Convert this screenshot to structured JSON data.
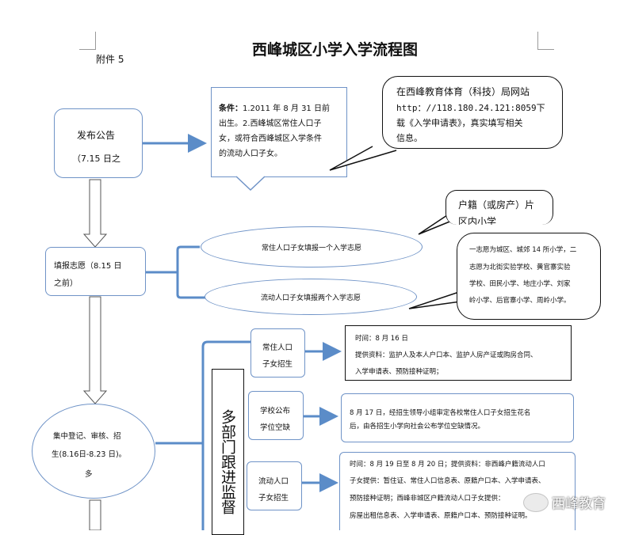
{
  "header": {
    "title": "西峰城区小学入学流程图",
    "attachment": "附件 5"
  },
  "steps": {
    "announce": {
      "line1": "发布公告",
      "line2": "（7.15 日之"
    },
    "apply": {
      "line1": "填报志愿（8.15 日",
      "line2": "之前）"
    },
    "register": {
      "line1": "集中登记、审核、招",
      "line2": "生(8.16日-8.23 日)。",
      "line3": "多"
    }
  },
  "conditions": {
    "label": "条件：",
    "text1": "1.2011 年 8 月 31 日前",
    "text2": "出生。2.西峰城区常住人口子",
    "text3": "女，或符合西峰城区入学条件",
    "text4": "的流动人口子女。"
  },
  "website_callout": {
    "line1": "在西峰教育体育（科技）局网站",
    "line2": "http：//118.180.24.121:8059下",
    "line3": "载《入学申请表》，真实填写相关",
    "line4": "信息。"
  },
  "huji_callout": {
    "line1": "户籍（或房产）片",
    "line2": "区内小学"
  },
  "choices": {
    "resident": "常住人口子女填报一个入学志愿",
    "migrant": "流动人口子女填报两个入学志愿"
  },
  "choice_note": {
    "line1": "一志愿为城区、城郊 14 所小学，二",
    "line2": "志愿为北街实验学校、黄官寨实验",
    "line3": "学校、田民小学、地庄小学、刘家",
    "line4": "岭小学、后官寨小学、周岭小学。"
  },
  "supervision": "多部门跟进监督",
  "categories": {
    "resident": {
      "line1": "常住人口",
      "line2": "子女招生"
    },
    "vacancy": {
      "line1": "学校公布",
      "line2": "学位空缺"
    },
    "migrant": {
      "line1": "流动人口",
      "line2": "子女招生"
    }
  },
  "details": {
    "resident": {
      "line1": "时间：8 月 16 日",
      "line2": "提供资料：监护人及本人户口本、监护人房产证或购房合同、",
      "line3": "入学申请表、预防接种证明；"
    },
    "vacancy": {
      "line1": "8 月 17 日，经招生领导小组审定各校常住人口子女招生花名",
      "line2": "后，由各招生小学向社会公布学位空缺情况。"
    },
    "migrant": {
      "line1": "时间：8 月 19 日至 8 月 20 日；提供资料：非西峰户籍流动人口",
      "line2": "子女提供：暂住证、常住人口信息表、原籍户口本、入学申请表、",
      "line3": "预防接种证明；西峰非城区户籍流动人口子女提供：",
      "line4": "房屋出租信息表、入学申请表、原籍户口本、预防接种证明。"
    }
  },
  "watermark": "西峰教育",
  "colors": {
    "arrow": "#5b8cc8",
    "border": "#6f93c7"
  }
}
